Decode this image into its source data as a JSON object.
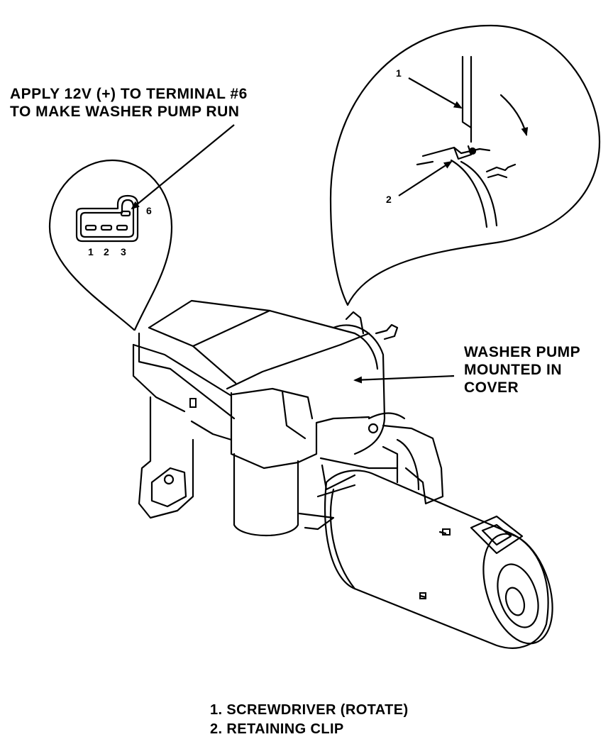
{
  "instruction": {
    "line1": "APPLY 12V (+) TO TERMINAL #6",
    "line2": "TO MAKE WASHER PUMP RUN"
  },
  "pump_label": {
    "line1": "WASHER PUMP",
    "line2": "MOUNTED IN",
    "line3": "COVER"
  },
  "connector": {
    "terminal_top": "6",
    "terminals_bottom": [
      "1",
      "2",
      "3"
    ]
  },
  "detail": {
    "callout_1": "1",
    "callout_2": "2"
  },
  "legend": [
    "1.  SCREWDRIVER (ROTATE)",
    "2.  RETAINING CLIP"
  ]
}
